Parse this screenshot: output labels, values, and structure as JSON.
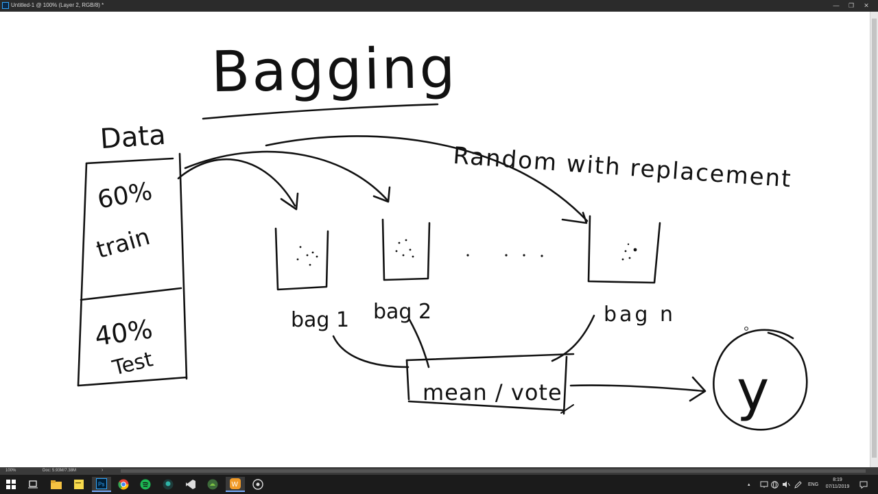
{
  "window": {
    "title": "Untitled-1 @ 100% (Layer 2, RGB/8) *",
    "controls": {
      "minimize": "—",
      "maximize": "❐",
      "close": "✕"
    }
  },
  "drawing": {
    "heading": "Bagging",
    "data_label": "Data",
    "train_pct": "60%",
    "train_label": "train",
    "test_pct": "40%",
    "test_label": "Test",
    "annotation": "Random with replacement",
    "bag1": "bag 1",
    "bag2": "bag 2",
    "bagn": "bag n",
    "aggregate": "mean / vote",
    "output": "y"
  },
  "status_bar": {
    "zoom": "100%",
    "doc": "Doc: 5.93M/7.38M",
    "arrow": "›"
  },
  "taskbar": {
    "apps": [
      {
        "name": "start-icon",
        "color": "#ffffff"
      },
      {
        "name": "task-view-icon",
        "color": "#ffffff"
      },
      {
        "name": "file-explorer-icon",
        "color": "#f5c242"
      },
      {
        "name": "sticky-notes-icon",
        "color": "#f7d94c"
      },
      {
        "name": "photoshop-icon",
        "color": "#31a8ff"
      },
      {
        "name": "chrome-icon",
        "color": "#e94335"
      },
      {
        "name": "spotify-icon",
        "color": "#1db954"
      },
      {
        "name": "gitkraken-icon",
        "color": "#2fb5a8"
      },
      {
        "name": "visual-studio-icon",
        "color": "#ffffff"
      },
      {
        "name": "android-studio-icon",
        "color": "#7cc243"
      },
      {
        "name": "wamp-icon",
        "color": "#f19a28"
      },
      {
        "name": "obs-icon",
        "color": "#dddddd"
      }
    ],
    "language": "ENG",
    "time": "8:19",
    "date": "07/11/2019"
  }
}
